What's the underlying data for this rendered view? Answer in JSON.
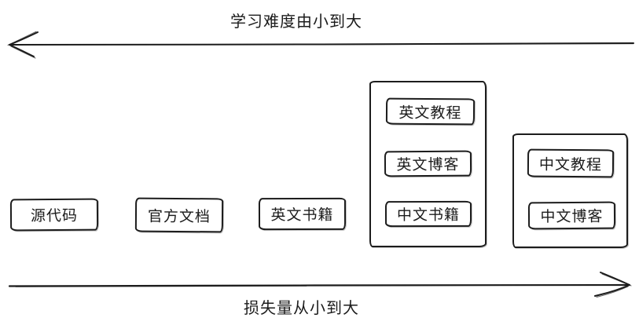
{
  "diagram": {
    "top_axis": {
      "label": "学习难度由小到大",
      "direction": "left"
    },
    "bottom_axis": {
      "label": "损失量从小到大",
      "direction": "right"
    },
    "nodes": [
      {
        "id": "source-code",
        "label": "源代码"
      },
      {
        "id": "official-docs",
        "label": "官方文档"
      },
      {
        "id": "english-books",
        "label": "英文书籍"
      }
    ],
    "groups": [
      {
        "id": "group-english",
        "items": [
          {
            "label": "英文教程"
          },
          {
            "label": "英文博客"
          },
          {
            "label": "中文书籍"
          }
        ]
      },
      {
        "id": "group-chinese",
        "items": [
          {
            "label": "中文教程"
          },
          {
            "label": "中文博客"
          }
        ]
      }
    ],
    "colors": {
      "stroke": "#1c1c1c",
      "background": "#ffffff"
    }
  }
}
